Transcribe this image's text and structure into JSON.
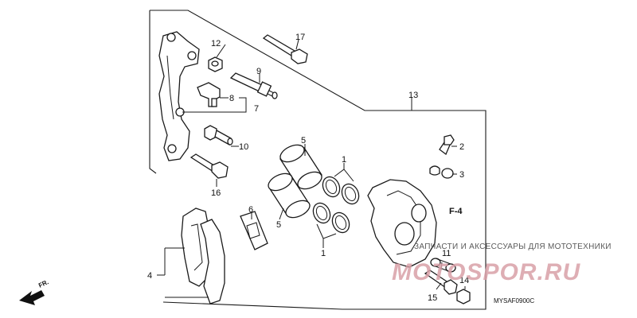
{
  "callouts": {
    "c1a": "1",
    "c1b": "1",
    "c2": "2",
    "c3": "3",
    "c4": "4",
    "c5a": "5",
    "c5b": "5",
    "c6": "6",
    "c7": "7",
    "c8": "8",
    "c9": "9",
    "c10": "10",
    "c11": "11",
    "c12": "12",
    "c13": "13",
    "c14": "14",
    "c15": "15",
    "c16": "16",
    "c17": "17"
  },
  "reference": "F-4",
  "direction_label": "FR.",
  "diagram_code": "MYSAF0900C",
  "watermark": {
    "tagline": "ЗАПЧАСТИ И АКСЕССУАРЫ ДЛЯ МОТОТЕХНИКИ",
    "brand": "MOTOSPOR.RU"
  }
}
